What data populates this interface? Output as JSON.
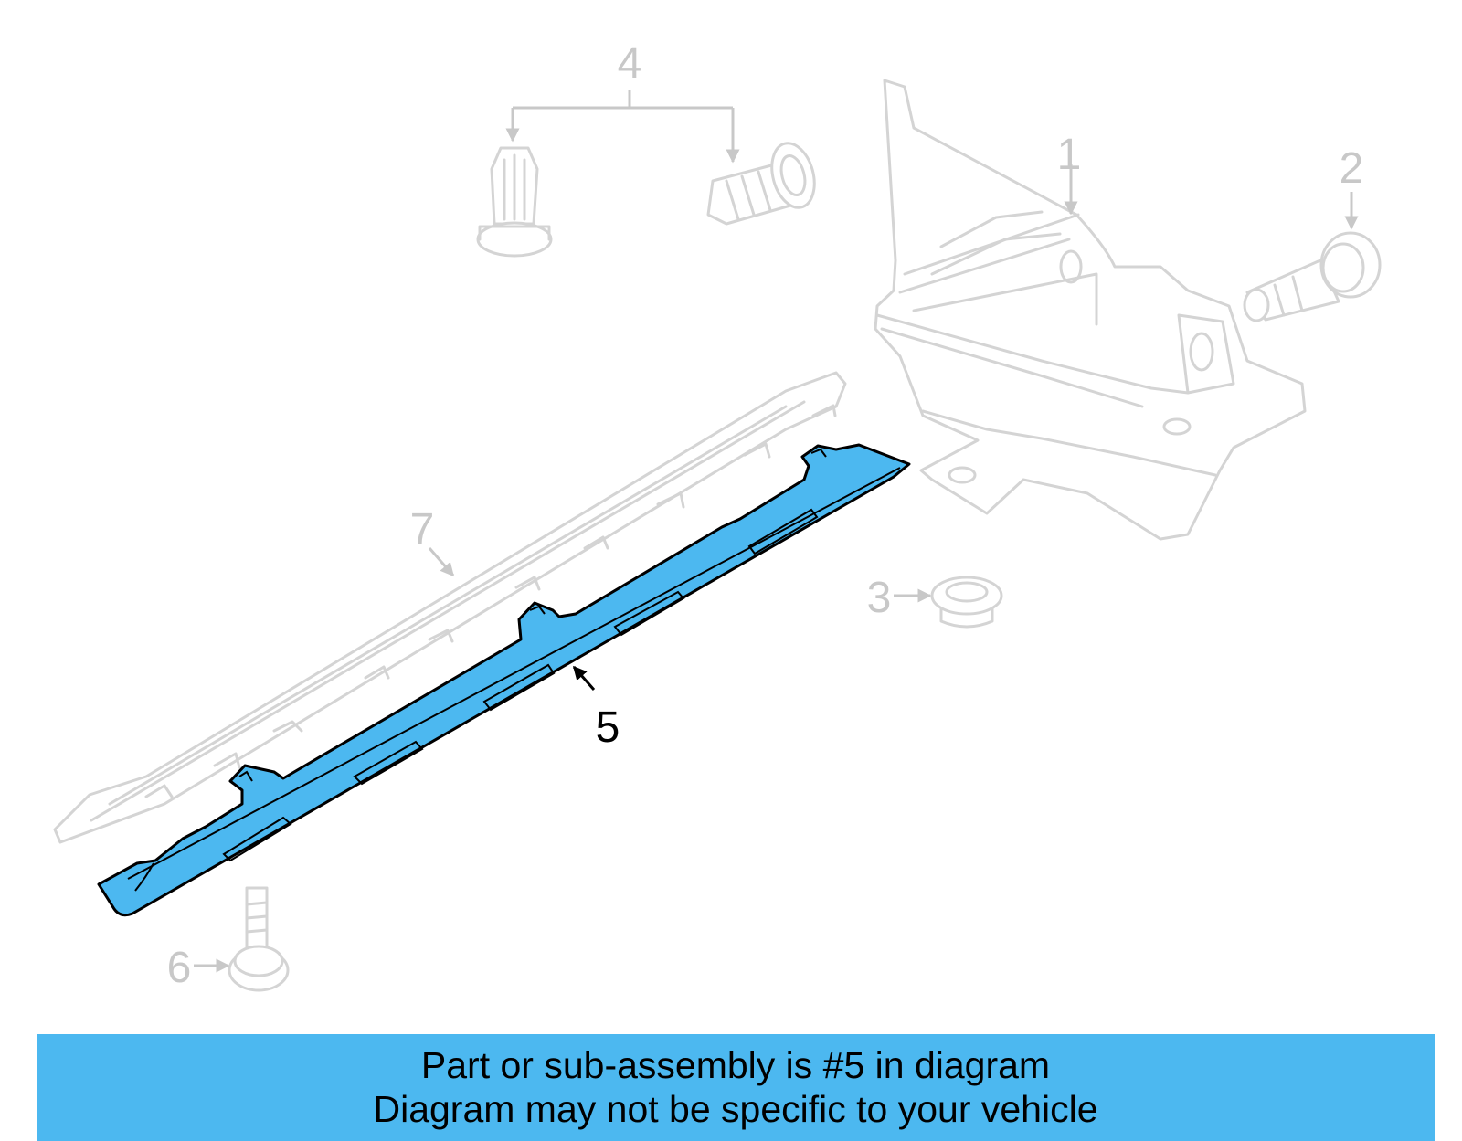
{
  "diagram": {
    "highlight_color": "#4cb8f0",
    "ghost_color": "#d4d4d4",
    "callouts": {
      "c1": "1",
      "c2": "2",
      "c3": "3",
      "c4": "4",
      "c5": "5",
      "c6": "6",
      "c7": "7"
    }
  },
  "banner": {
    "line1": "Part or sub-assembly is #5 in diagram",
    "line2": "Diagram may not be specific to your vehicle"
  }
}
